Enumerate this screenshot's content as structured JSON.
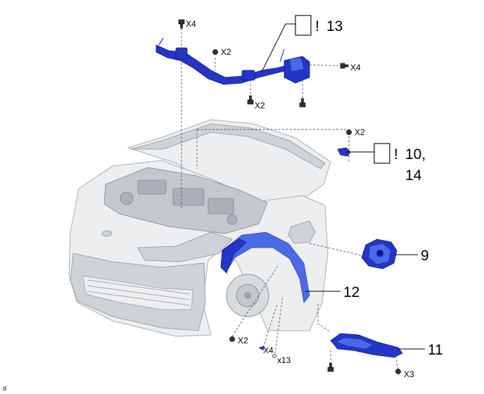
{
  "diagram": {
    "callouts": [
      {
        "id": "c13",
        "number": "13",
        "mark": "!"
      },
      {
        "id": "c10",
        "number": "10,",
        "number2": "14",
        "mark": "!"
      },
      {
        "id": "c9",
        "number": "9"
      },
      {
        "id": "c12",
        "number": "12"
      },
      {
        "id": "c11",
        "number": "11"
      }
    ],
    "fastener_quantities": {
      "top_x4": "X4",
      "harness_mid_x2": "X2",
      "harness_right_x4": "X4",
      "harness_bottom_x2": "X2",
      "bracket_x2": "X2",
      "liner_x2": "X2",
      "clip_x4": "X4",
      "clip_x13": "x13",
      "cover_x3": "X3"
    },
    "corner_mark": "d"
  }
}
